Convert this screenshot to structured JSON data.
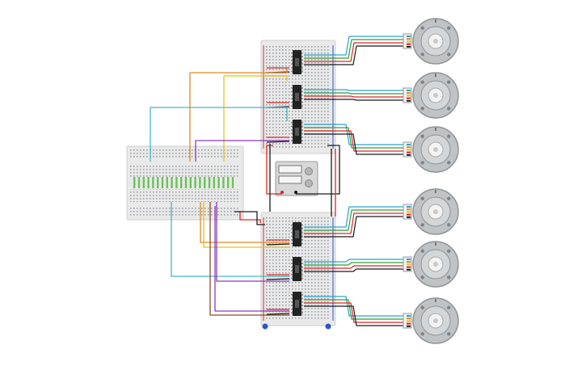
{
  "colors": {
    "background": "#ffffff",
    "breadboard": "#e9e9e9",
    "breadboard_edge": "#cfcfcf",
    "rail_red": "#d93030",
    "rail_blue": "#2c55c8",
    "driver_chip": "#222222",
    "motor_body": "#bfc3c6",
    "motor_ring": "#8f9498",
    "motor_hub": "#f3f3f3",
    "meter_body": "#d8d8d8",
    "meter_screen": "#f6f6f6",
    "led_green": "#6ac259",
    "wire_red": "#e02424",
    "wire_black": "#1a1a1a",
    "wire_green": "#2e9e3a",
    "wire_blue": "#2aa3c8",
    "wire_orange": "#e08a1e",
    "wire_yellow": "#e6c21a",
    "wire_purple": "#8a3bb8",
    "wire_brown": "#8a4b2a",
    "wire_cyan": "#41b7c9"
  },
  "components": {
    "main_breadboard": "main-breadboard",
    "driver_breadboards": [
      "driver-breadboard-top",
      "driver-breadboard-bottom"
    ],
    "drivers": [
      "driver-1",
      "driver-2",
      "driver-3",
      "driver-4",
      "driver-5",
      "driver-6"
    ],
    "motors": [
      "stepper-motor-1",
      "stepper-motor-2",
      "stepper-motor-3",
      "stepper-motor-4",
      "stepper-motor-5",
      "stepper-motor-6"
    ],
    "meter": "power-supply-meter",
    "led_count": 22
  }
}
